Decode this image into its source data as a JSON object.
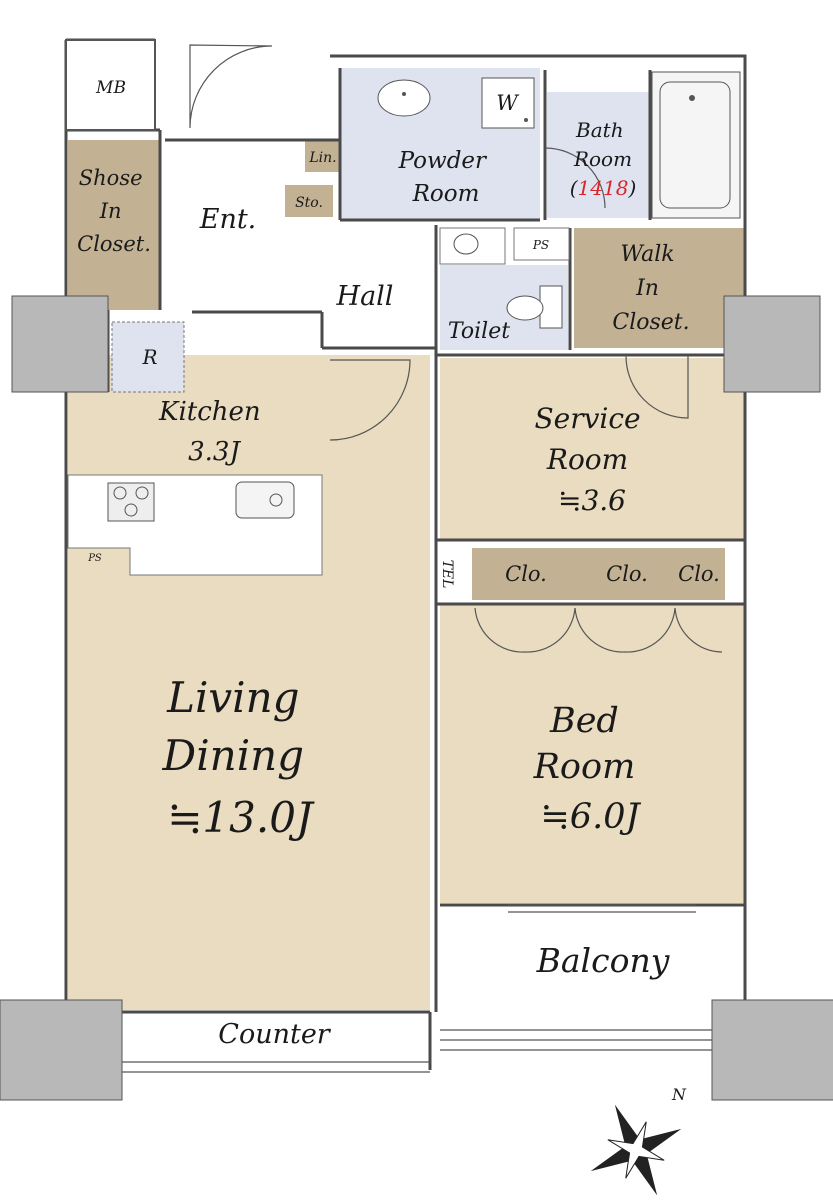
{
  "rooms": {
    "mb": "MB",
    "shoe_closet": [
      "Shose",
      "In",
      "Closet."
    ],
    "entrance": "Ent.",
    "linen": "Lin.",
    "storage": "Sto.",
    "powder_room": [
      "Powder",
      "Room"
    ],
    "washer": "W",
    "bath_room": [
      "Bath",
      "Room"
    ],
    "bath_size_open": "(",
    "bath_size": "1418",
    "bath_size_close": ")",
    "ps_upper": "PS",
    "ps_lower": "PS",
    "walk_in_closet": [
      "Walk",
      "In",
      "Closet."
    ],
    "hall": "Hall",
    "toilet": "Toilet",
    "refrigerator": "R",
    "kitchen": [
      "Kitchen",
      "3.3J"
    ],
    "service_room": [
      "Service",
      "Room",
      "≒3.6"
    ],
    "tel": "TEL",
    "closets": [
      "Clo.",
      "Clo.",
      "Clo."
    ],
    "living_dining": [
      "Living",
      "Dining",
      "≒13.0J"
    ],
    "bed_room": [
      "Bed",
      "Room",
      "≒6.0J"
    ],
    "balcony": "Balcony",
    "counter": "Counter"
  },
  "compass": {
    "north_label": "N"
  },
  "colors": {
    "floor_wood": "#e9dcc0",
    "wet_area_blue": "#dfe3ef",
    "closet_brown": "#c3b193",
    "bath_size_red": "#d9262c"
  }
}
